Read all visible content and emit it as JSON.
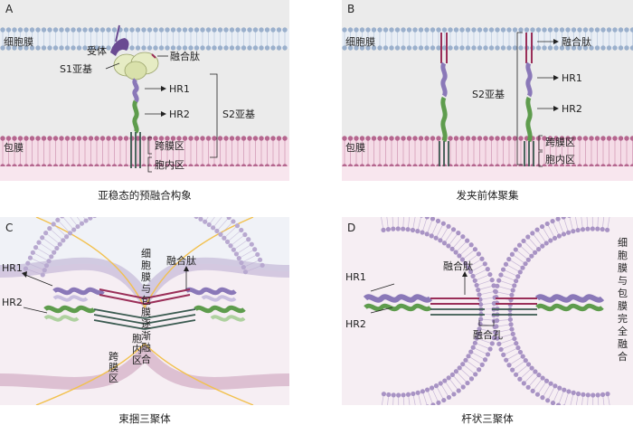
{
  "panels": {
    "A": {
      "letter": "A",
      "caption": "亚稳态的预融合构象",
      "cell_membrane": "细胞膜",
      "envelope": "包膜",
      "receptor": "受体",
      "s1": "S1亚基",
      "fusion_peptide": "融合肽",
      "hr1": "HR1",
      "hr2": "HR2",
      "s2": "S2亚基",
      "tm": "跨膜区",
      "ic": "胞内区"
    },
    "B": {
      "letter": "B",
      "caption": "发夹前体聚集",
      "cell_membrane": "细胞膜",
      "envelope": "包膜",
      "fusion_peptide": "融合肽",
      "hr1": "HR1",
      "hr2": "HR2",
      "s2": "S2亚基",
      "tm": "跨膜区",
      "ic": "胞内区"
    },
    "C": {
      "letter": "C",
      "caption": "束捆三聚体",
      "hr1": "HR1",
      "hr2": "HR2",
      "fusion_peptide": "融合肽",
      "merge_text": "细胞膜与包膜逐渐融合",
      "tm": "跨膜区",
      "ic": "胞内区"
    },
    "D": {
      "letter": "D",
      "caption": "杆状三聚体",
      "hr1": "HR1",
      "hr2": "HR2",
      "fusion_peptide": "融合肽",
      "pore": "融合孔",
      "full_fusion": "细胞膜与包膜完全融合"
    }
  },
  "colors": {
    "cell_membrane": "#9bb0cc",
    "envelope": "#b5678f",
    "membrane_c": "#b8a9d0",
    "membrane_d": "#a893c4",
    "hr1": "#8a78b8",
    "hr2": "#5e9c4d",
    "fusion_peptide": "#9a2e58",
    "s1": "#e6ecc4",
    "receptor": "#6a4a92",
    "tail": "#3a5a50",
    "yellow": "#f2c14e"
  }
}
